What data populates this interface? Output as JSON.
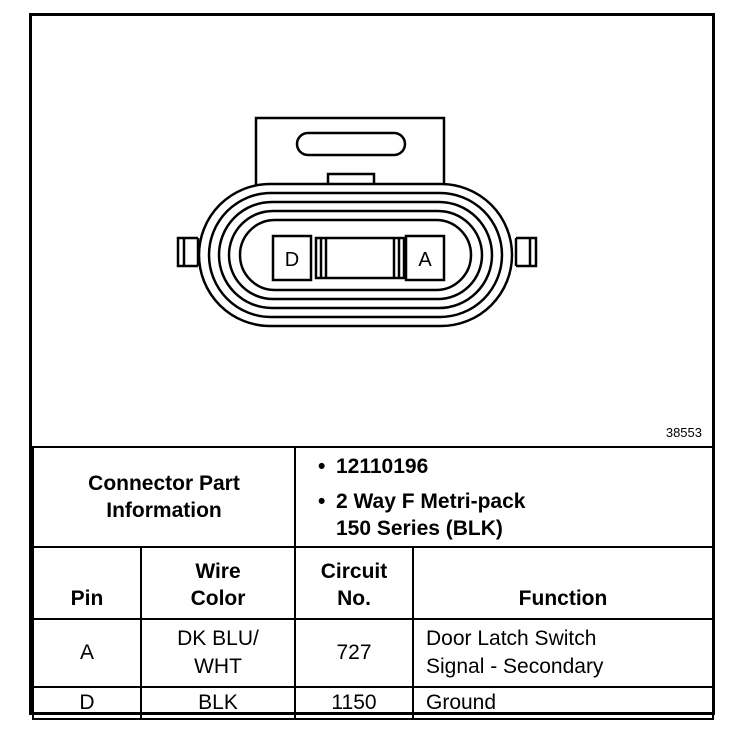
{
  "figure": {
    "id_label": "38553",
    "pins": [
      {
        "letter": "D"
      },
      {
        "letter": "A"
      }
    ]
  },
  "connector_info": {
    "label_line1": "Connector Part",
    "label_line2": "Information",
    "bullet_char": "•",
    "part_number": "12110196",
    "description_line1": "2 Way F Metri-pack",
    "description_line2": "150 Series (BLK)"
  },
  "table": {
    "headers": {
      "pin": "Pin",
      "wire_color_line1": "Wire",
      "wire_color_line2": "Color",
      "circuit_line1": "Circuit",
      "circuit_line2": "No.",
      "function": "Function"
    },
    "rows": [
      {
        "pin": "A",
        "wire_color_line1": "DK BLU/",
        "wire_color_line2": "WHT",
        "circuit": "727",
        "function_line1": "Door Latch Switch",
        "function_line2": "Signal - Secondary"
      },
      {
        "pin": "D",
        "wire_color_line1": "BLK",
        "circuit": "1150",
        "function_line1": "Ground"
      }
    ]
  }
}
